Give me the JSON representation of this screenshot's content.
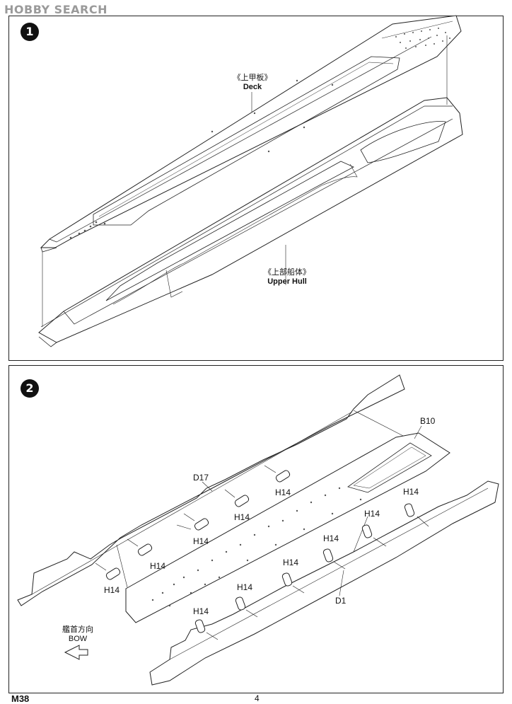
{
  "watermark": "HOBBY SEARCH",
  "step1": {
    "number": "1",
    "deck_cn": "《上甲板》",
    "deck_en": "Deck",
    "hull_cn": "《上部船体》",
    "hull_en": "Upper Hull"
  },
  "step2": {
    "number": "2",
    "parts": {
      "b10": "B10",
      "d17": "D17",
      "d1": "D1",
      "h14": "H14"
    },
    "bow_cn": "艦首方向",
    "bow_en": "BOW"
  },
  "footer": {
    "code": "M38",
    "page": "4"
  }
}
